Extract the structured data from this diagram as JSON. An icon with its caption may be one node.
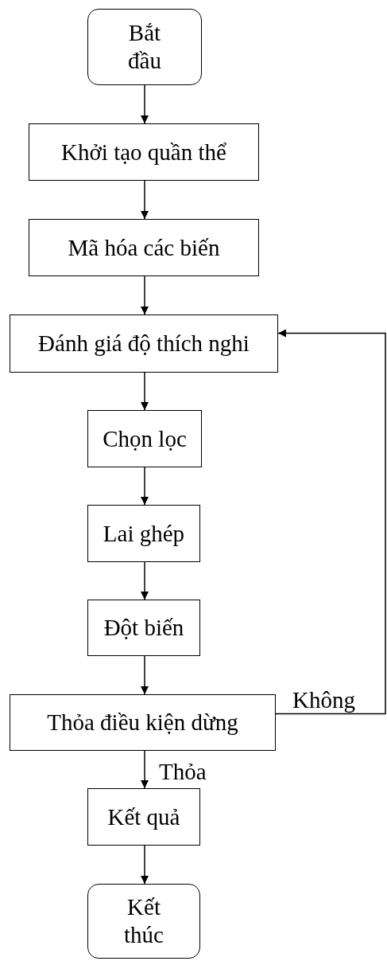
{
  "diagram": {
    "nodes": [
      {
        "text": [
          "Bắt đầu"
        ]
      },
      {
        "text": [
          "Khởi tạo quần thể"
        ]
      },
      {
        "text": [
          "Mã hóa các biến"
        ]
      },
      {
        "text": [
          "Đánh giá độ thích nghi"
        ]
      },
      {
        "text": [
          "Chọn lọc"
        ]
      },
      {
        "text": [
          "Lai ghép"
        ]
      },
      {
        "text": [
          "Đột biến"
        ]
      },
      {
        "text": [
          "Thỏa điều kiện dừng"
        ]
      },
      {
        "text": [
          "Kết quả"
        ]
      },
      {
        "text": [
          "Kết thúc"
        ]
      }
    ],
    "edges": [
      {
        "from": 0,
        "to": 1,
        "arrow": "to"
      },
      {
        "from": 1,
        "to": 2,
        "arrow": "to"
      },
      {
        "from": 2,
        "to": 3,
        "arrow": "to"
      },
      {
        "from": 3,
        "to": 4,
        "arrow": "to"
      },
      {
        "from": 4,
        "to": 5,
        "arrow": "to"
      },
      {
        "from": 5,
        "to": 6,
        "arrow": "to"
      },
      {
        "from": 6,
        "to": 7,
        "arrow": "to"
      },
      {
        "from": 7,
        "to": 3,
        "arrow": "to",
        "label": "Không"
      },
      {
        "from": 7,
        "to": 8,
        "arrow": "to",
        "label": "Thỏa"
      },
      {
        "from": 8,
        "to": 9,
        "arrow": "to"
      }
    ]
  }
}
